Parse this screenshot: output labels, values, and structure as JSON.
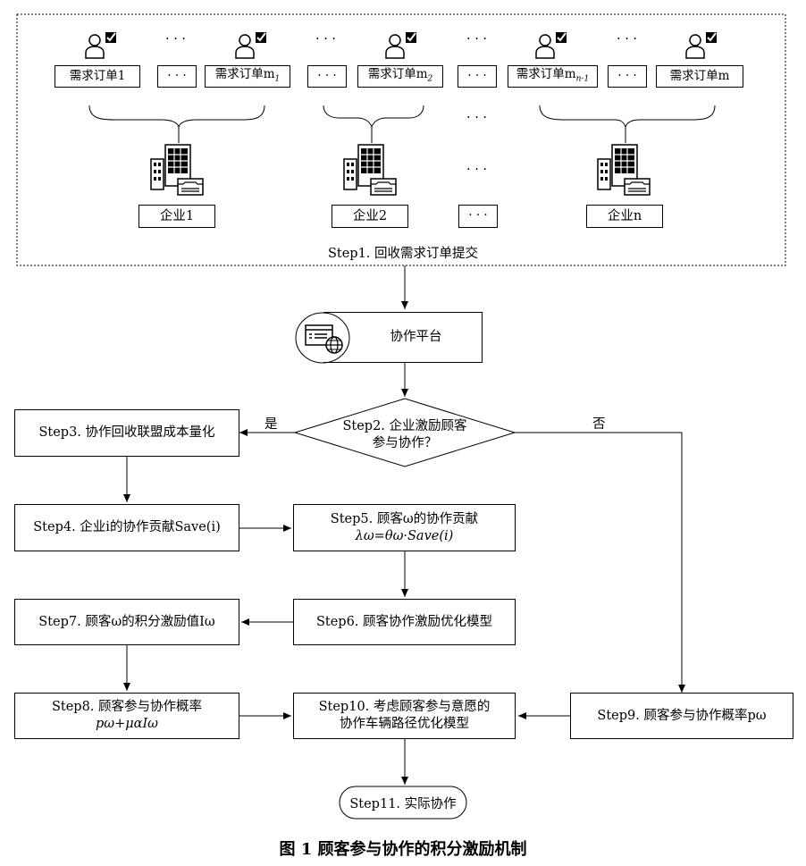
{
  "orders": {
    "o1": "需求订单1",
    "om1": "需求订单m",
    "om1_sub": "1",
    "om2": "需求订单m",
    "om2_sub": "2",
    "omn1": "需求订单m",
    "omn1_sub": "n-1",
    "om": "需求订单m",
    "ellipsis": "· · ·"
  },
  "enterprises": {
    "e1": "企业1",
    "e2": "企业2",
    "en": "企业n",
    "ellipsis": "· · ·"
  },
  "step1": "Step1. 回收需求订单提交",
  "platform": "协作平台",
  "step2_line1": "Step2. 企业激励顾客",
  "step2_line2": "参与协作？",
  "yes": "是",
  "no": "否",
  "step3": "Step3. 协作回收联盟成本量化",
  "step4": "Step4. 企业i的协作贡献Save(i)",
  "step5_line1": "Step5. 顾客ω的协作贡献",
  "step5_line2": "λω=θω·Save(i)",
  "step6": "Step6. 顾客协作激励优化模型",
  "step7": "Step7. 顾客ω的积分激励值Iω",
  "step8_line1": "Step8. 顾客参与协作概率",
  "step8_line2": "pω+μαIω",
  "step9": "Step9. 顾客参与协作概率pω",
  "step10_line1": "Step10. 考虑顾客参与意愿的",
  "step10_line2": "协作车辆路径优化模型",
  "step11": "Step11. 实际协作",
  "caption": "图 1  顾客参与协作的积分激励机制"
}
